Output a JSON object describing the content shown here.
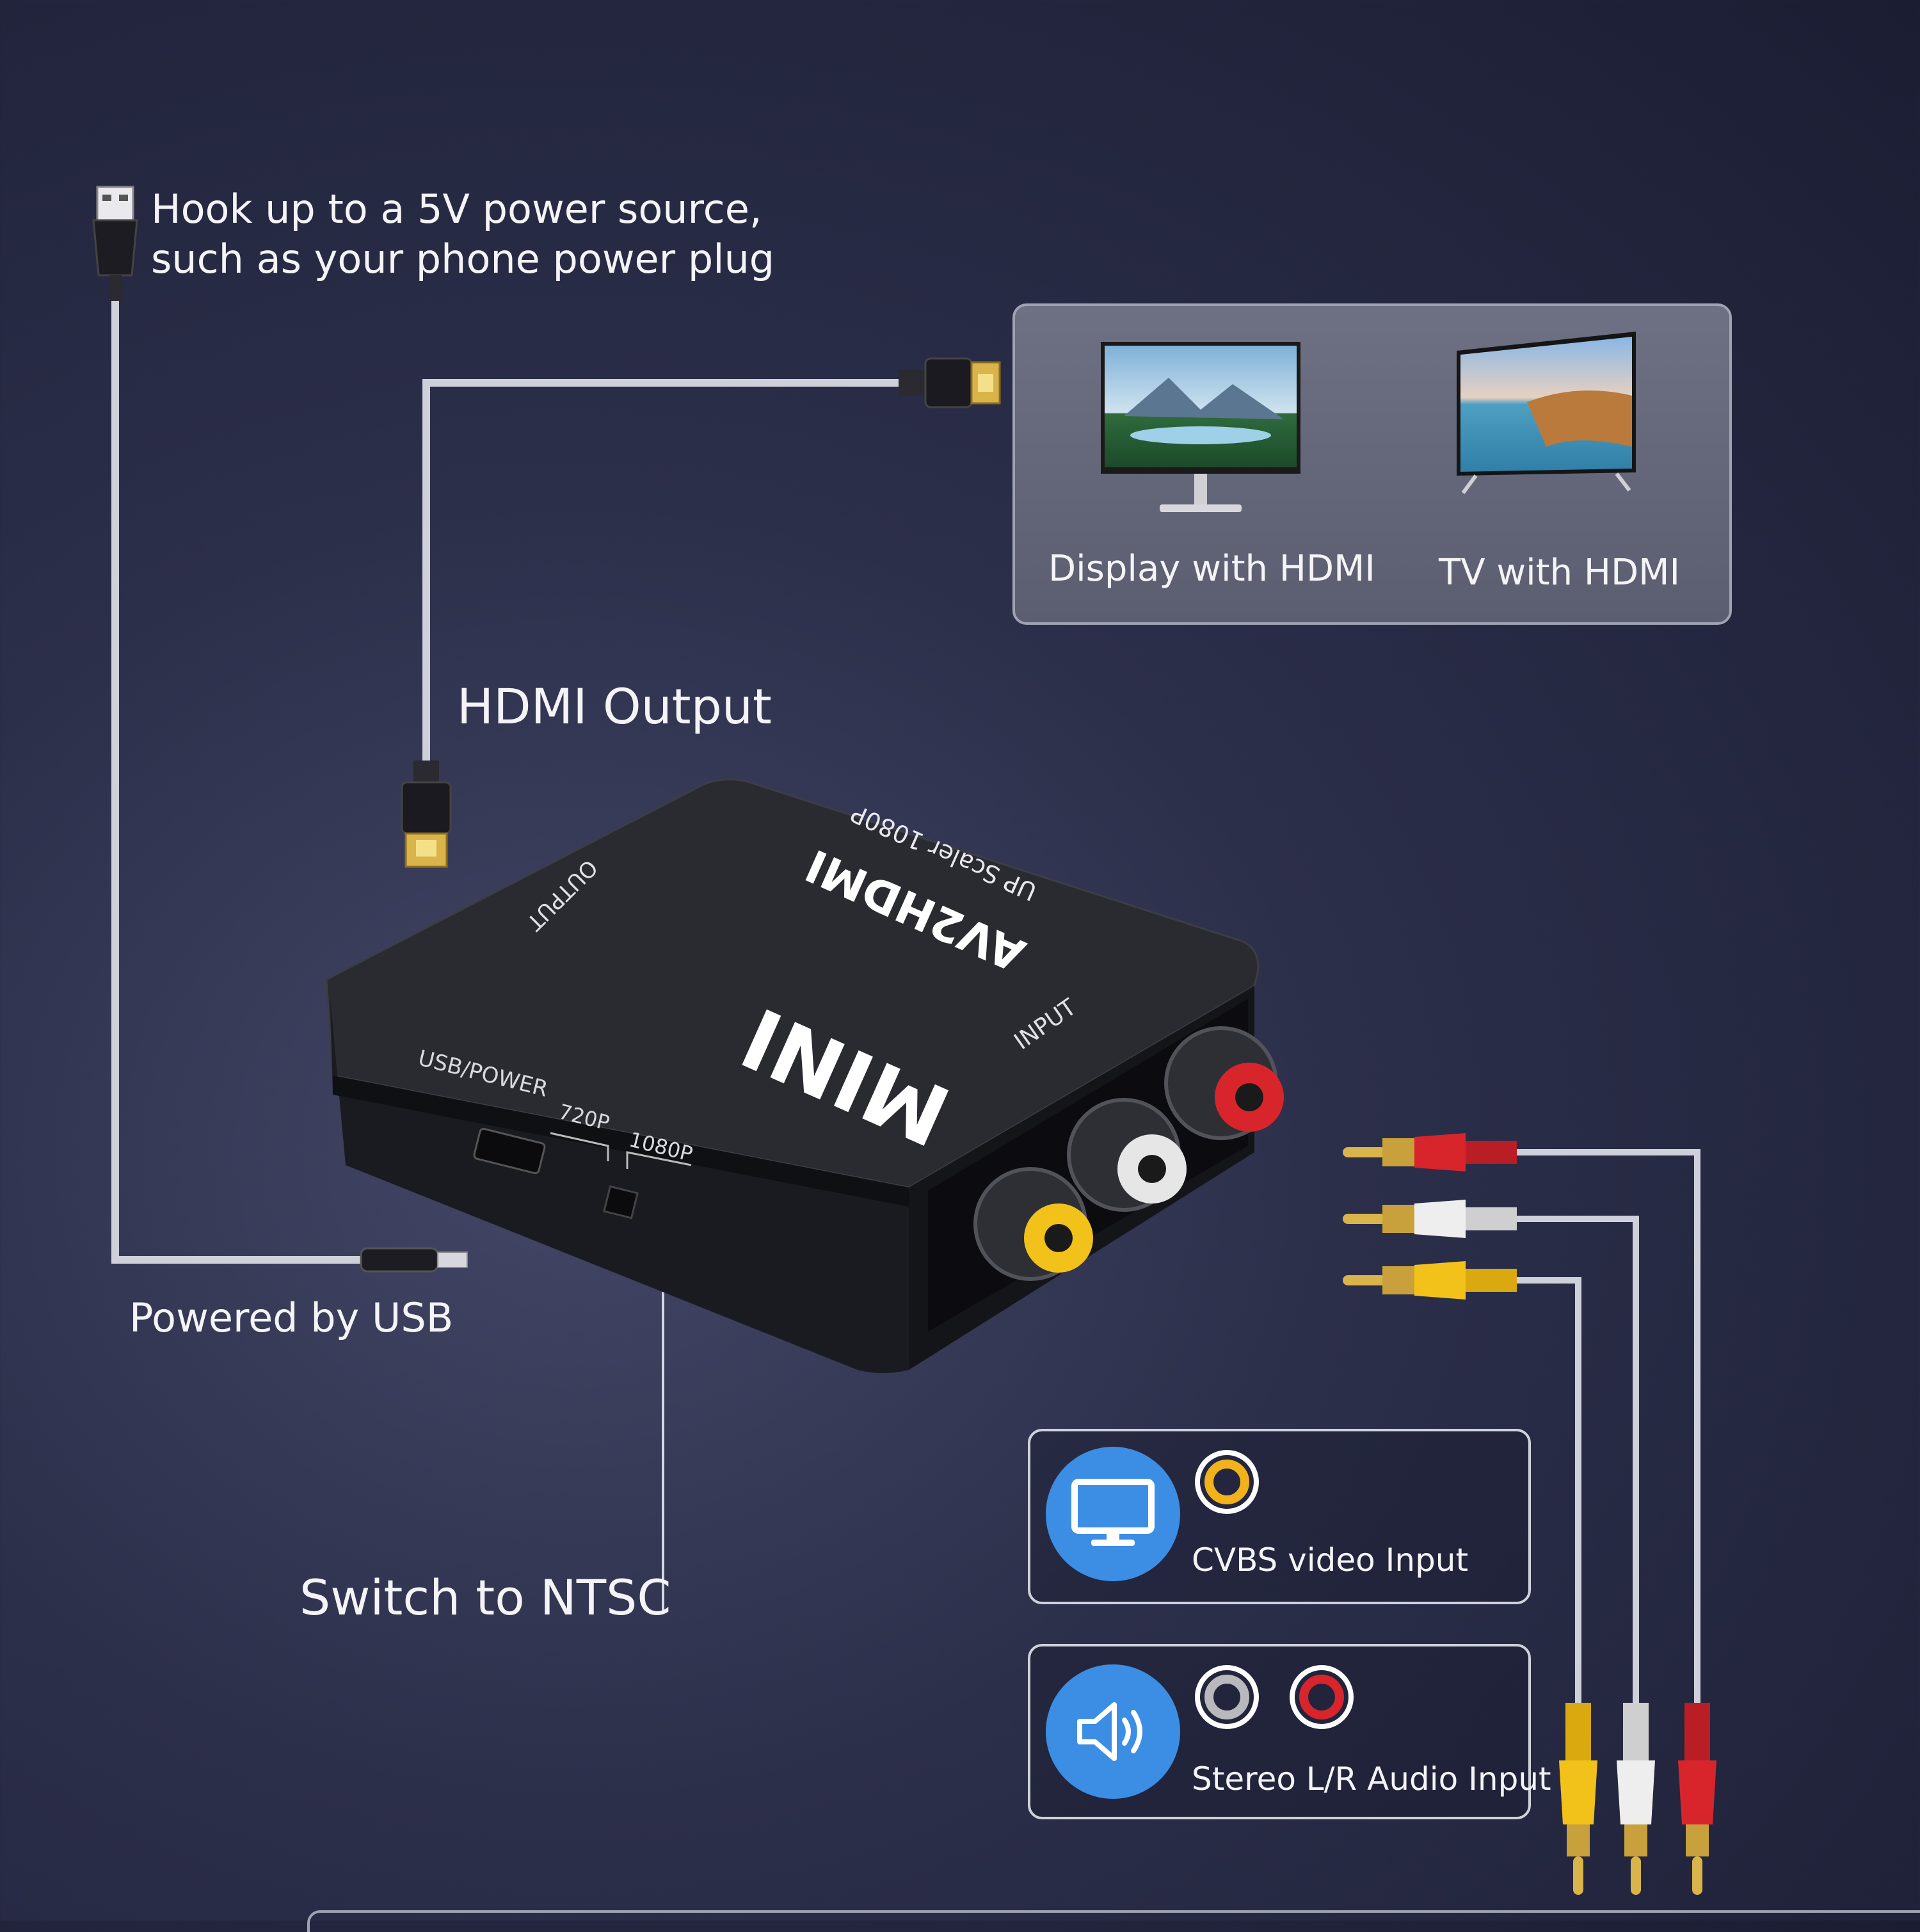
{
  "power": {
    "line1": "Hook up to a 5V power source,",
    "line2": "such as your phone power plug"
  },
  "hdmi_output_label": "HDMI Output",
  "powered_label": "Powered by USB",
  "ntsc_label": "Switch to NTSC",
  "displays": {
    "monitor_label": "Display with HDMI",
    "tv_label": "TV with HDMI"
  },
  "device": {
    "brand": "MINI",
    "model": "AV2HDMI",
    "subtitle": "UP Scaler 1080P",
    "output_port": "OUTPUT",
    "input_port": "INPUT",
    "usb_port": "USB/POWER",
    "switch_720": "720P",
    "switch_1080": "1080P"
  },
  "inputs": {
    "video_label": "CVBS video Input",
    "audio_label": "Stereo L/R Audio Input"
  },
  "colors": {
    "background": "#2c2f4a",
    "accent_blue": "#3b8ee3",
    "rca_yellow": "#f2c21b",
    "rca_white": "#e6e6e6",
    "rca_red": "#d8252c",
    "gold": "#d9b44a",
    "cable": "#d0d2dc"
  }
}
